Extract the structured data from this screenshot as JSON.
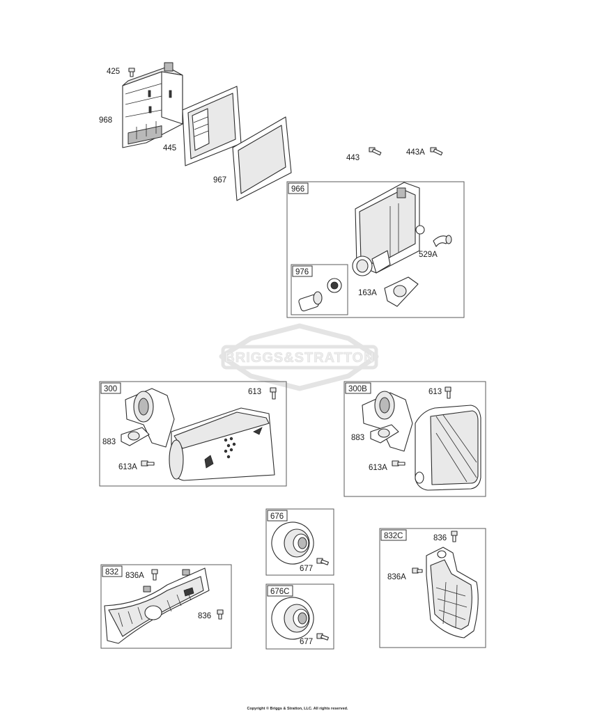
{
  "watermark": {
    "text": "BRIGGS&STRATTON"
  },
  "copyright": "Copyright © Briggs & Stratton, LLC. All rights reserved.",
  "callouts": {
    "p425": "425",
    "p968": "968",
    "p445": "445",
    "p967": "967",
    "p443": "443",
    "p443A": "443A",
    "p529A": "529A",
    "p163A": "163A",
    "p613_a": "613",
    "p883_a": "883",
    "p613A_a": "613A",
    "p613_b": "613",
    "p883_b": "883",
    "p613A_b": "613A",
    "p677_a": "677",
    "p677_b": "677",
    "p836A_a": "836A",
    "p836_a": "836",
    "p836_b": "836",
    "p836A_b": "836A"
  },
  "group_tags": {
    "g966": "966",
    "g976": "976",
    "g300": "300",
    "g300B": "300B",
    "g676": "676",
    "g676C": "676C",
    "g832": "832",
    "g832C": "832C"
  }
}
